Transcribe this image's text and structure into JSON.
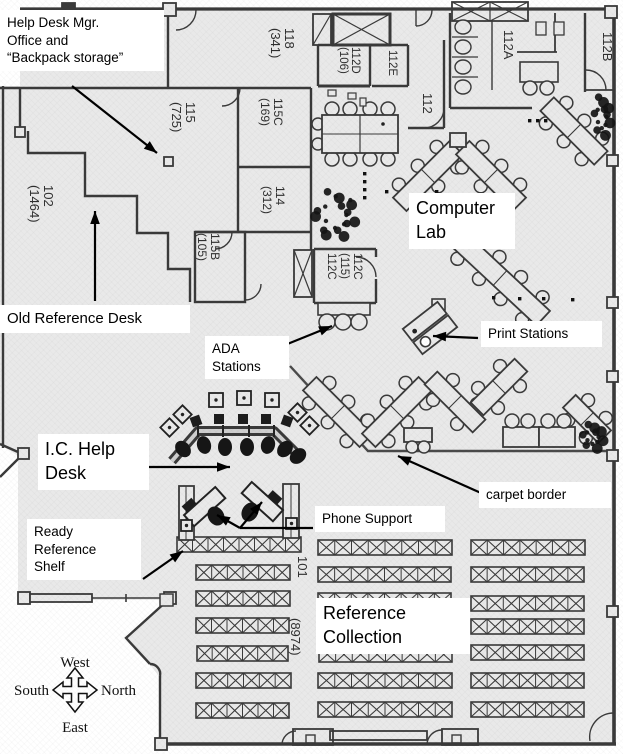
{
  "annotations": {
    "help_desk_mgr": {
      "text": "Help Desk Mgr.\nOffice and\n“Backpack storage”"
    },
    "old_reference_desk": {
      "text": "Old Reference Desk"
    },
    "computer_lab": {
      "text": "Computer\nLab"
    },
    "ada_stations": {
      "text": "ADA\nStations"
    },
    "print_stations": {
      "text": "Print Stations"
    },
    "ic_help_desk": {
      "text": "I.C. Help\nDesk"
    },
    "ready_reference_shelf": {
      "text": "Ready\nReference\nShelf"
    },
    "phone_support": {
      "text": "Phone Support"
    },
    "carpet_border": {
      "text": "carpet border"
    },
    "reference_collection": {
      "text": "Reference\nCollection"
    }
  },
  "rooms": [
    {
      "line1": "118",
      "line2": "(341)"
    },
    {
      "line1": "115",
      "line2": "(725)"
    },
    {
      "line1": "115C",
      "line2": "(169)"
    },
    {
      "line1": "114",
      "line2": "(312)"
    },
    {
      "line1": "115B",
      "line2": "(105)"
    },
    {
      "line1": "102",
      "line2": "(1464)"
    },
    {
      "line1": "112D",
      "line2": "(106)"
    },
    {
      "line1": "112E"
    },
    {
      "line1": "112"
    },
    {
      "line1": "112A"
    },
    {
      "line1": "112B"
    },
    {
      "line1": "112C",
      "line2": "(115)",
      "line3": "112C"
    },
    {
      "line1": "101"
    },
    {
      "line1": "(8974)"
    }
  ],
  "compass": {
    "west": "West",
    "south": "South",
    "north": "North",
    "east": "East"
  },
  "colors": {
    "floor": "#e9e9e9",
    "wall": "#3a3a3a",
    "ink": "#000000",
    "label_bg": "#ffffff"
  }
}
